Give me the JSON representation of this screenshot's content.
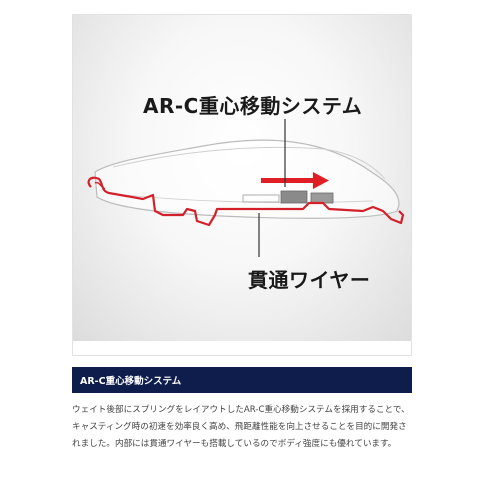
{
  "figure": {
    "callout_top": "AR-C重心移動システム",
    "callout_bottom": "貫通ワイヤー",
    "colors": {
      "wire": "#d3202a",
      "arrow": "#e01e26",
      "leader": "#333333",
      "body": "#bcbcbc"
    }
  },
  "section": {
    "header_bg": "#0f1d4d",
    "title": "AR-C重心移動システム",
    "body": "ウェイト後部にスプリングをレイアウトしたAR-C重心移動システムを採用することで、キャスティング時の初速を効率良く高め、飛距離性能を向上させることを目的に開発されました。内部には貫通ワイヤーも搭載しているのでボディ強度にも優れています。"
  }
}
